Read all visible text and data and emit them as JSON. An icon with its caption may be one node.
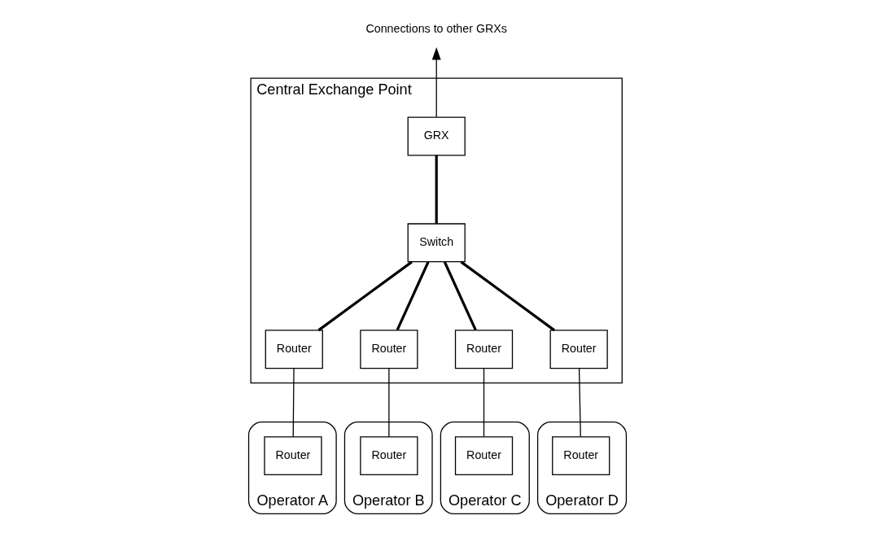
{
  "diagram": {
    "nodes": [
      {
        "text": [
          "Central Exchange Point"
        ]
      },
      {
        "text": [
          "Router"
        ],
        "in": 0
      },
      {
        "text": [
          "Switch"
        ],
        "in": 0
      },
      {
        "text": [
          "GRX"
        ],
        "in": 0
      },
      {
        "text": [
          "Router"
        ],
        "in": 0
      },
      {
        "text": [
          "Router"
        ],
        "in": 0
      },
      {
        "text": [
          "Router"
        ],
        "in": 0
      },
      {
        "text": [
          "Operator A"
        ]
      },
      {
        "text": [
          "Router"
        ],
        "in": 7
      },
      {
        "text": [
          "Operator B"
        ]
      },
      {
        "text": [
          "Router"
        ],
        "in": 9
      },
      {
        "text": [
          "Operator C"
        ]
      },
      {
        "text": [
          "Router"
        ],
        "in": 11
      },
      {
        "text": [
          "Operator D"
        ]
      },
      {
        "text": [
          "Router"
        ],
        "in": 13
      },
      {
        "text": [
          "Connections to other GRXs"
        ]
      }
    ],
    "edges": [
      {
        "from": 1,
        "to": 2,
        "arrow": "none",
        "style": "thick"
      },
      {
        "from": 2,
        "to": 3,
        "arrow": "none",
        "style": "thick"
      },
      {
        "from": 4,
        "to": 2,
        "arrow": "none",
        "style": "thick"
      },
      {
        "from": 6,
        "to": 2,
        "arrow": "none",
        "style": "thick"
      },
      {
        "from": 5,
        "to": 2,
        "arrow": "none",
        "style": "thick"
      },
      {
        "from": 3,
        "to": 15,
        "arrow": "to"
      },
      {
        "from": 8,
        "to": 1,
        "arrow": "none"
      },
      {
        "from": 10,
        "to": 4,
        "arrow": "none"
      },
      {
        "from": 12,
        "to": 6,
        "arrow": "none"
      },
      {
        "from": 14,
        "to": 5,
        "arrow": "none"
      }
    ]
  }
}
